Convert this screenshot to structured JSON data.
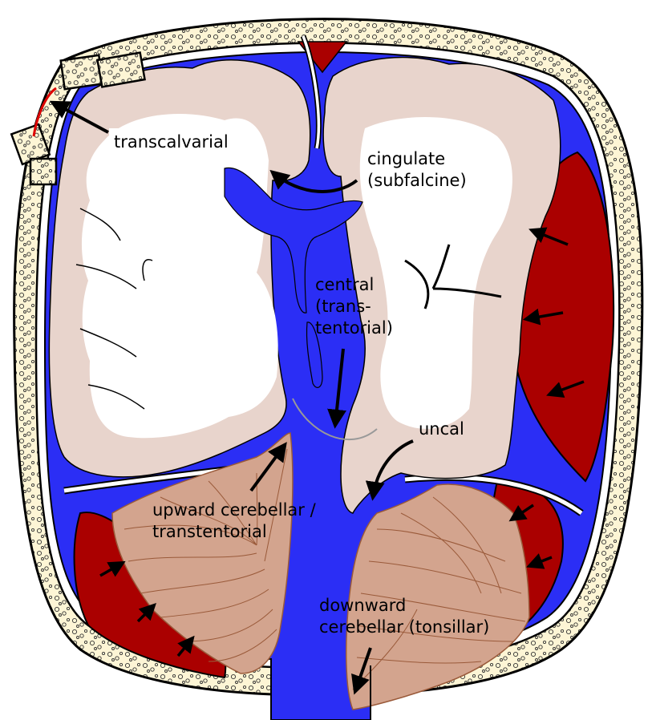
{
  "labels": {
    "transcalvarial": "transcalvarial",
    "cingulate_1": "cingulate",
    "cingulate_2": "(subfalcine)",
    "central_1": "central",
    "central_2": "(trans-",
    "central_3": "tentorial)",
    "uncal": "uncal",
    "upward_1": "upward cerebellar /",
    "upward_2": "transtentorial",
    "downward_1": "downward",
    "downward_2": "cerebellar (tonsillar)"
  },
  "colors": {
    "skull_fill": "#fdf5d5",
    "csf_blue": "#2b2ef5",
    "hematoma_red": "#aa0000",
    "cortex_pink": "#e8d4cc",
    "white_matter": "#ffffff",
    "cerebellum_tan": "#d3a48e",
    "cerebellum_line": "#9a5a3a",
    "outline": "#000000"
  }
}
